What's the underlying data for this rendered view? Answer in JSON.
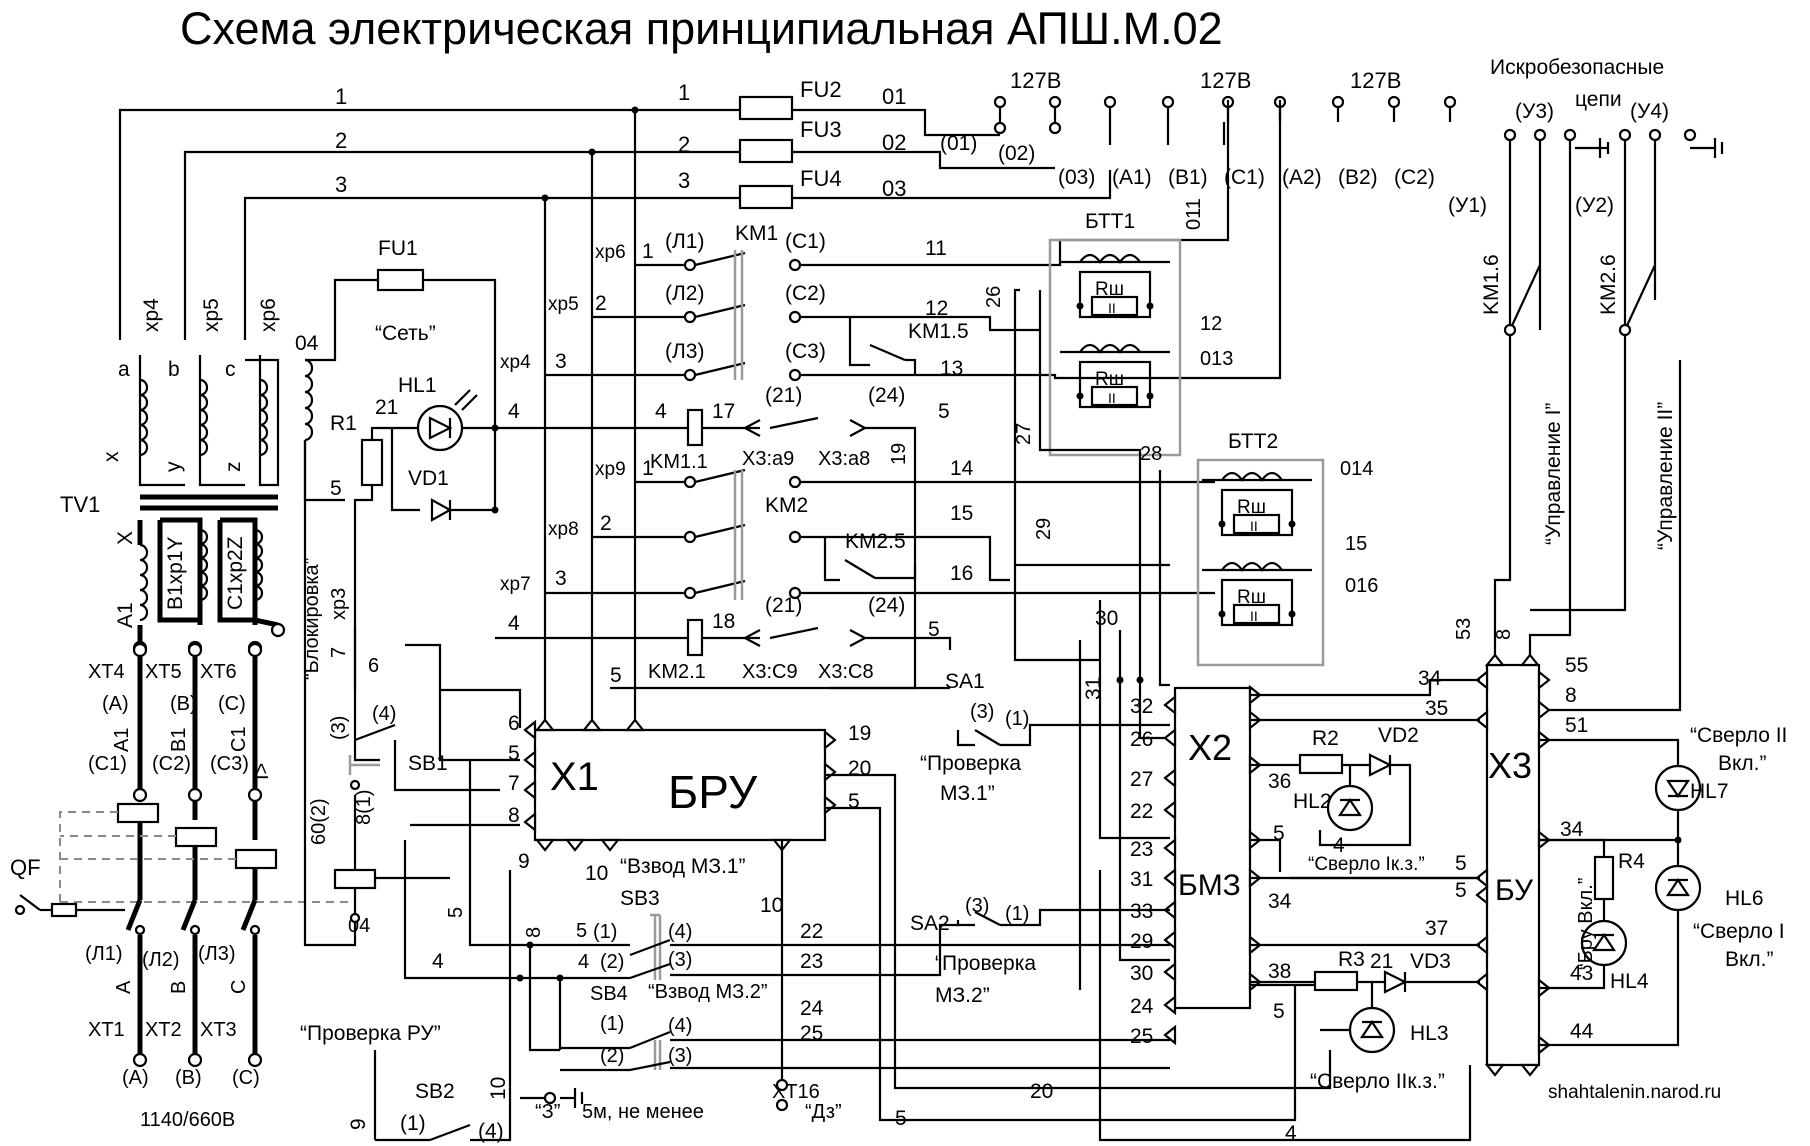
{
  "title": "Схема электрическая принципиальная АПШ.М.02",
  "credit": "shahtalenin.narod.ru",
  "blocks": {
    "bru": {
      "name": "БРУ",
      "connector": "X1"
    },
    "bmz": {
      "name": "БМЗ",
      "connector": "X2"
    },
    "bu": {
      "name": "БУ",
      "connector": "X3"
    },
    "btt1": "БТТ1",
    "btt2": "БТТ2",
    "rsh": "Rш",
    "ii": "II"
  },
  "fuses": [
    "FU1",
    "FU2",
    "FU3",
    "FU4"
  ],
  "relays": [
    "KM1",
    "KM2",
    "KM1.1",
    "KM2.1",
    "KM1.5",
    "KM2.5",
    "KM1.6",
    "KM2.6"
  ],
  "transformer": {
    "name": "TV1",
    "voltage": "1140/660В"
  },
  "breaker": "QF",
  "voltage_127": "127В",
  "captions": {
    "network": "“Сеть”",
    "lock": "“Блокировка”",
    "check_ru": "“Проверка РУ”",
    "check_mz1_a": "“Проверка",
    "check_mz1_b": "МЗ.1”",
    "check_mz2_a": "“Проверка",
    "check_mz2_b": "МЗ.2”",
    "cock_mz1": "“Взвод МЗ.1”",
    "cock_mz2": "“Взвод МЗ.2”",
    "ground_a": "“З”",
    "ground_b": "5м, не менее",
    "dz": "“Дз”",
    "intrinsic_a": "Искробезопасные",
    "intrinsic_b": "цепи",
    "control1": "“Управление I”",
    "control2": "“Управление II”",
    "drill1_sc": "“Сверло Iк.з.”",
    "drill2_sc": "“Сверло IIк.з.”",
    "drill1_on_a": "“Сверло I",
    "drill1_on_b": "Вкл.”",
    "drill2_on_a": "“Сверло II",
    "drill2_on_b": "Вкл.”",
    "bru_on": "“Бру Вкл.”"
  },
  "components": {
    "hl1": "HL1",
    "hl2": "HL2",
    "hl3": "HL3",
    "hl4": "HL4",
    "hl6": "HL6",
    "hl7": "HL7",
    "vd1": "VD1",
    "vd2": "VD2",
    "vd3": "VD3",
    "r1": "R1",
    "r2": "R2",
    "r3": "R3",
    "r4": "R4",
    "sa1": "SA1",
    "sa2": "SA2",
    "sb1": "SB1",
    "sb2": "SB2",
    "sb3": "SB3",
    "sb4": "SB4",
    "xt16": "XT16"
  },
  "x3_pins_top": [
    "55",
    "8",
    "51"
  ],
  "x2_pins": [
    "32",
    "26",
    "27",
    "22",
    "23",
    "31",
    "33",
    "29",
    "30",
    "24",
    "25"
  ],
  "x1_left": [
    "6",
    "5",
    "7",
    "8"
  ],
  "x1_right": [
    "19",
    "20",
    "5"
  ],
  "terminals": {
    "xt1": "XT1",
    "xt2": "XT2",
    "xt3": "XT3",
    "xt4": "XT4",
    "xt5": "XT5",
    "xt6": "XT6"
  },
  "phase_labels": [
    "(A)",
    "(B)",
    "(C)"
  ],
  "line_labels": [
    "(Л1)",
    "(Л2)",
    "(Л3)"
  ],
  "out_labels": [
    "(C1)",
    "(C2)",
    "(C3)"
  ],
  "branch_labels": [
    "(01)",
    "(02)",
    "(03)",
    "(A1)",
    "(B1)",
    "(C1)",
    "(A2)",
    "(B2)",
    "(C2)"
  ],
  "intrinsic_labels": [
    "(У1)",
    "(У2)",
    "(У3)",
    "(У4)"
  ]
}
